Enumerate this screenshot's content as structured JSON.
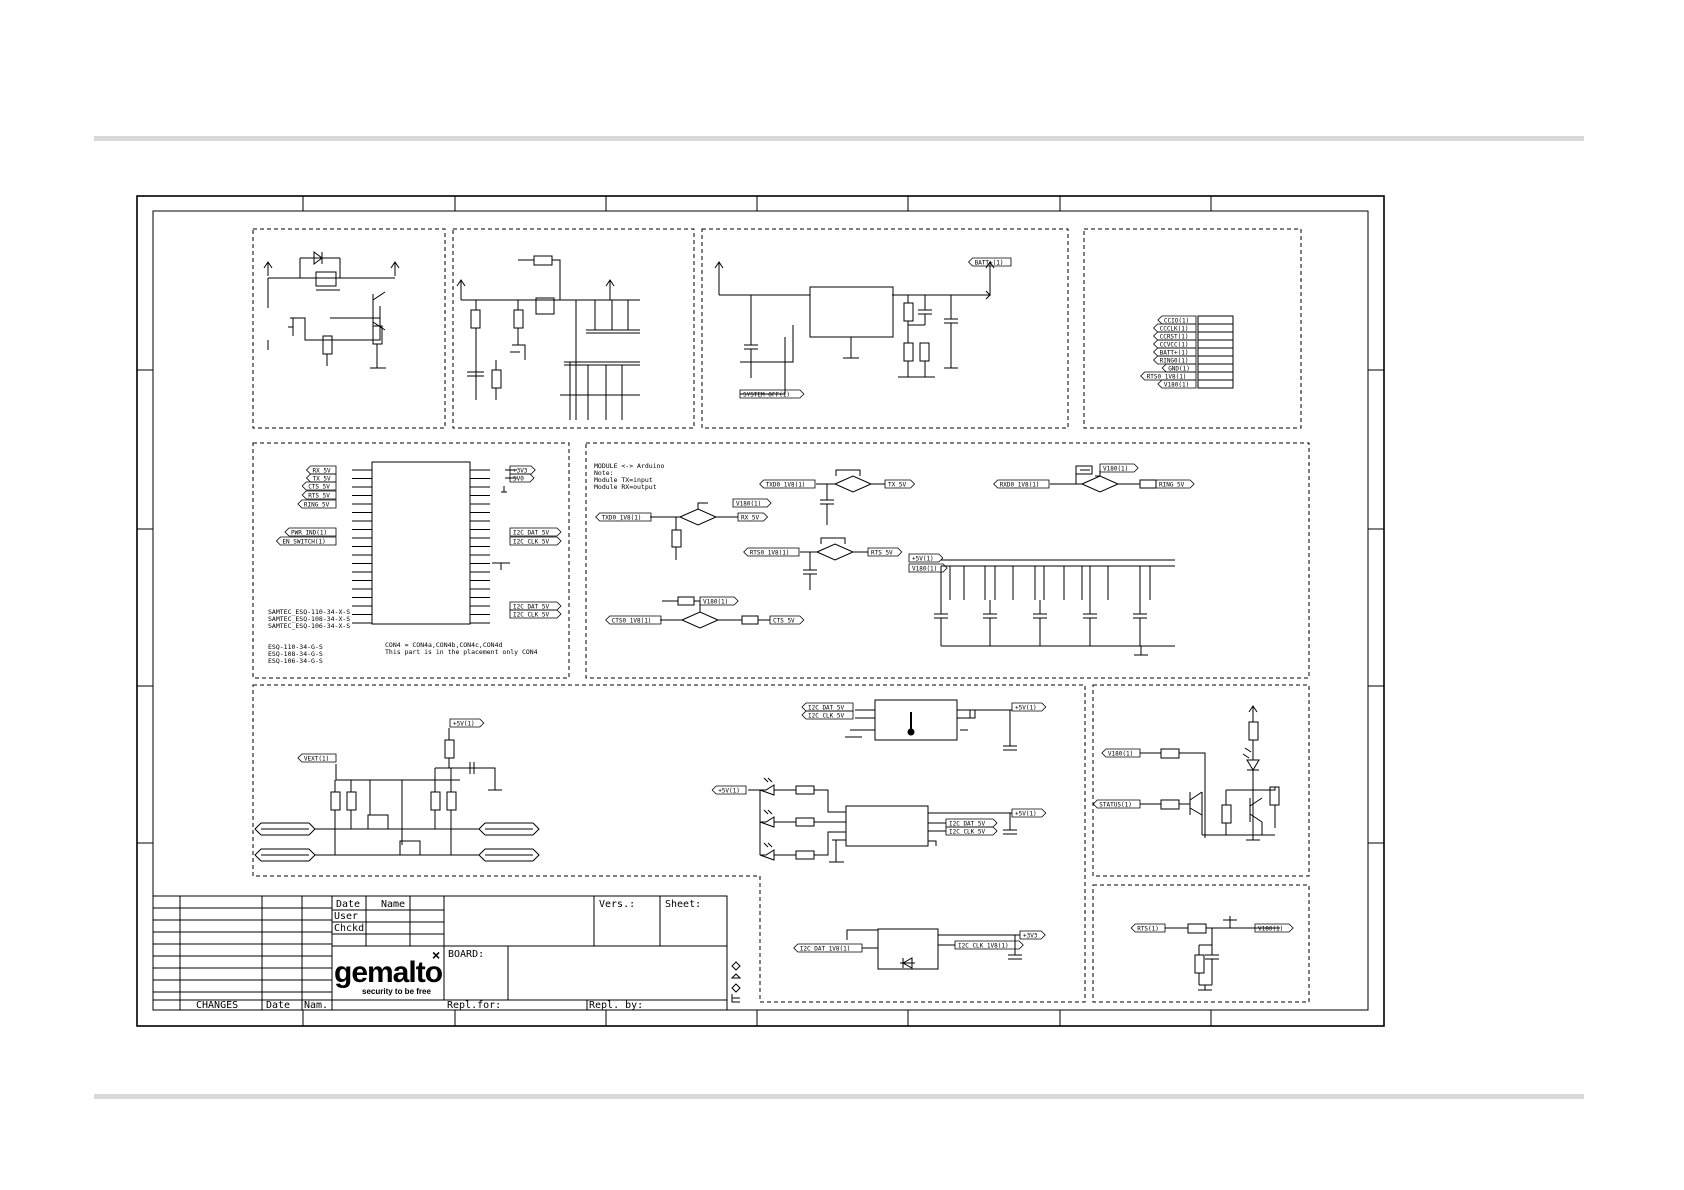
{
  "sheet": {
    "module_note": [
      "MODULE <-> Arduino",
      "Note:",
      "Module TX=input",
      "Module RX=output"
    ],
    "con4_note": [
      "CON4 = CON4a,CON4b,CON4c,CON4d",
      "This part is in the placement only CON4"
    ],
    "samtec_notes": [
      "SAMTEC_ESQ-110-34-X-S",
      "SAMTEC_ESQ-108-34-X-S",
      "SAMTEC_ESQ-106-34-X-S"
    ],
    "esq_notes": [
      "ESQ-110-34-G-S",
      "ESQ-108-34-G-S",
      "ESQ-106-34-G-S"
    ],
    "nets_power": [
      "BATT+(1)",
      "SYSTEM_OFF(1)"
    ],
    "nets_connector": [
      "CCIO(1)",
      "CCCLK(1)",
      "CCRST(1)",
      "CCVCC(1)",
      "BATT+(1)",
      "RING0(1)",
      "GND(1)",
      "RTS0_1V8(1)",
      "V180(1)"
    ],
    "nets_arduino_left": [
      "RX_5V",
      "TX_5V",
      "CTS_5V",
      "RTS_5V",
      "RING_5V",
      "PWR_IND(1)",
      "EN_SWITCH(1)"
    ],
    "nets_arduino_right": [
      "+3V3",
      "5V0",
      "I2C_DAT_5V",
      "I2C_CLK_5V",
      "I2C_DAT_5V",
      "I2C_CLK_5V"
    ],
    "nets_level": [
      "V180(1)",
      "TXD0_1V8(1)",
      "RX_5V",
      "TXD0_1V8(1)",
      "TX_5V",
      "RXD0_1V8(1)",
      "V180(1)",
      "RING_5V",
      "RTS0_1V8(1)",
      "RTS_5V",
      "+5V(1)",
      "V180(1)",
      "V180(1)",
      "CTS0_1V8(1)",
      "CTS_5V"
    ],
    "nets_bottom": [
      "+5V(1)",
      "VEXT(1)",
      "I2C_DAT_5V",
      "I2C_CLK_5V",
      "+5V(1)",
      "+5V(1)",
      "I2C_DAT_5V",
      "I2C_CLK_5V",
      "+5V(1)",
      "I2C_DAT_1V8(1)",
      "I2C_CLK_1V8(1)",
      "+3V3"
    ],
    "nets_status": [
      "V180(1)",
      "STATUS(1)",
      "RTS(1)",
      "V180(1)"
    ]
  },
  "title_block": {
    "date_header": "Date",
    "name_header": "Name",
    "user_label": "User",
    "checked_label": "Chckd",
    "version_label": "Vers.:",
    "sheet_label": "Sheet:",
    "board_label": "BOARD:",
    "changes_label": "CHANGES",
    "changes_date": "Date",
    "changes_name": "Nam.",
    "replaced_for": "Repl.for:",
    "replaced_by": "Repl. by:",
    "logo_word": "gemalto",
    "logo_tagline": "security to be free"
  }
}
